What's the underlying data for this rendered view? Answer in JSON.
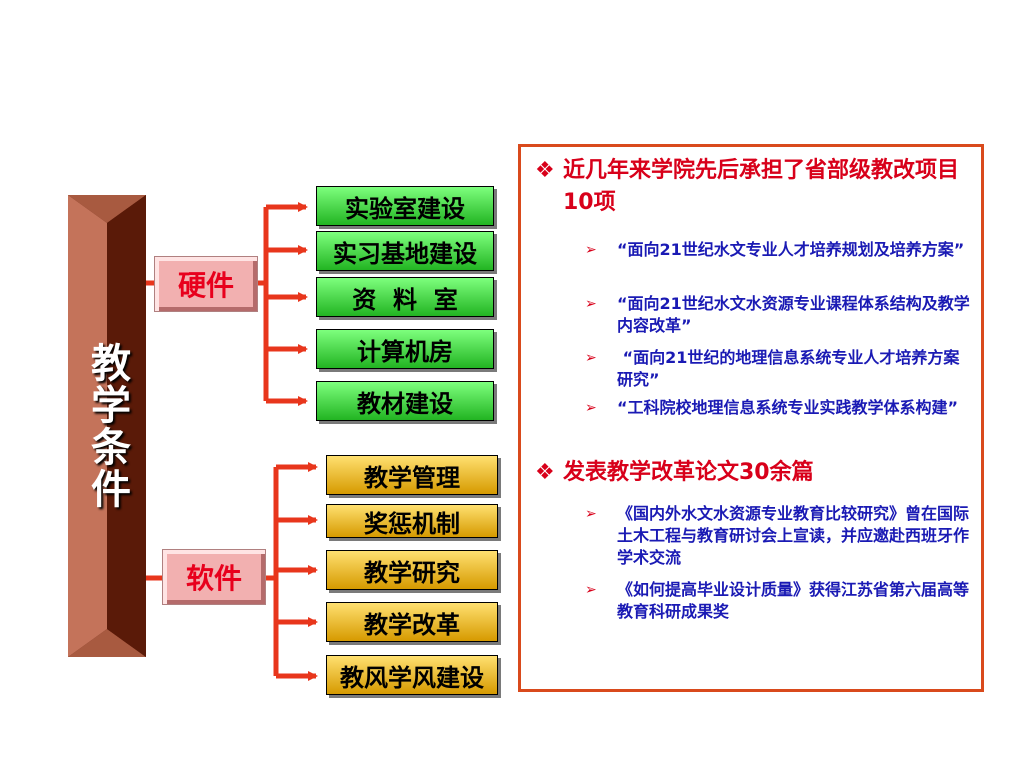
{
  "main_title": "教学条件",
  "hardware": {
    "label": "硬件",
    "items": [
      "实验室建设",
      "实习基地建设",
      "资  料  室",
      "计算机房",
      "教材建设"
    ]
  },
  "software": {
    "label": "软件",
    "items": [
      "教学管理",
      "奖惩机制",
      "教学研究",
      "教学改革",
      "教风学风建设"
    ]
  },
  "panel": {
    "section1": {
      "bullet": "近几年来学院先后承担了省部级教改项目10项",
      "subitems": [
        "“面向21世纪水文专业人才培养规划及培养方案”",
        "“面向21世纪水文水资源专业课程体系结构及教学内容改革”",
        " “面向21世纪的地理信息系统专业人才培养方案研究”",
        "“工科院校地理信息系统专业实践教学体系构建”"
      ]
    },
    "section2": {
      "bullet": "发表教学改革论文30余篇",
      "subitems": [
        "《国内外水文水资源专业教育比较研究》曾在国际土木工程与教育研讨会上宣读，并应邀赴西班牙作学术交流",
        "《如何提高毕业设计质量》获得江苏省第六届高等教育科研成果奖"
      ]
    }
  },
  "colors": {
    "pillar_dark": "#5a1a08",
    "pillar_light": "#c4735a",
    "connector": "#e8361c",
    "category_text": "#e8001c",
    "panel_border": "#d94a1c",
    "bullet_red": "#d8001a",
    "sub_blue": "#1a1ab4"
  }
}
